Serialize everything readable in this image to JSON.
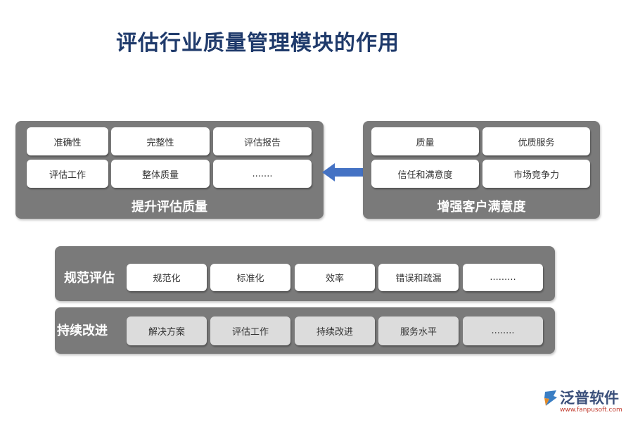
{
  "title": "评估行业质量管理模块的作用",
  "panel_quality": {
    "label": "提升评估质量",
    "cells": [
      "准确性",
      "完整性",
      "评估报告",
      "评估工作",
      "整体质量",
      "......."
    ]
  },
  "panel_satisfaction": {
    "label": "增强客户满意度",
    "cells": [
      "质量",
      "优质服务",
      "信任和满意度",
      "市场竞争力"
    ]
  },
  "panel_standard": {
    "label": "规范评估",
    "cells": [
      "规范化",
      "标准化",
      "效率",
      "错误和疏漏",
      "........."
    ]
  },
  "panel_improve": {
    "label": "持续改进",
    "cells": [
      "解决方案",
      "评估工作",
      "持续改进",
      "服务水平",
      "........"
    ]
  },
  "colors": {
    "panel": "#7a7a7a",
    "title": "#1f3a6b",
    "arrow": "#4472c4"
  },
  "logo": {
    "name": "泛普软件",
    "url": "www.fanpusoft.com"
  }
}
